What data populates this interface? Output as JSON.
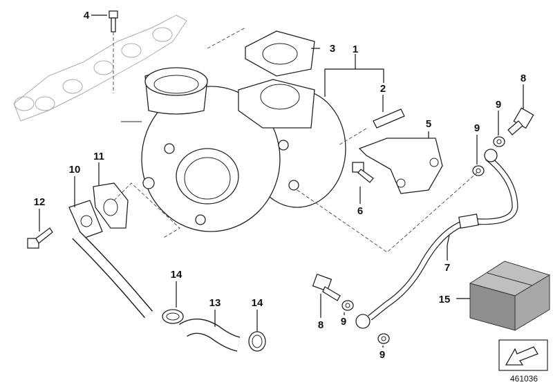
{
  "diagram_number": "461036",
  "callouts": [
    {
      "id": "c4",
      "text": "4"
    },
    {
      "id": "c3",
      "text": "3"
    },
    {
      "id": "c1",
      "text": "1"
    },
    {
      "id": "c2",
      "text": "2"
    },
    {
      "id": "c8a",
      "text": "8"
    },
    {
      "id": "c9a",
      "text": "9"
    },
    {
      "id": "c9b",
      "text": "9"
    },
    {
      "id": "c5",
      "text": "5"
    },
    {
      "id": "c6",
      "text": "6"
    },
    {
      "id": "c11",
      "text": "11"
    },
    {
      "id": "c10",
      "text": "10"
    },
    {
      "id": "c12",
      "text": "12"
    },
    {
      "id": "c7",
      "text": "7"
    },
    {
      "id": "c15",
      "text": "15"
    },
    {
      "id": "c14a",
      "text": "14"
    },
    {
      "id": "c13",
      "text": "13"
    },
    {
      "id": "c14b",
      "text": "14"
    },
    {
      "id": "c8b",
      "text": "8"
    },
    {
      "id": "c9c",
      "text": "9"
    },
    {
      "id": "c9d",
      "text": "9"
    }
  ],
  "icons": {
    "nav": "arrow-down-left-icon"
  }
}
